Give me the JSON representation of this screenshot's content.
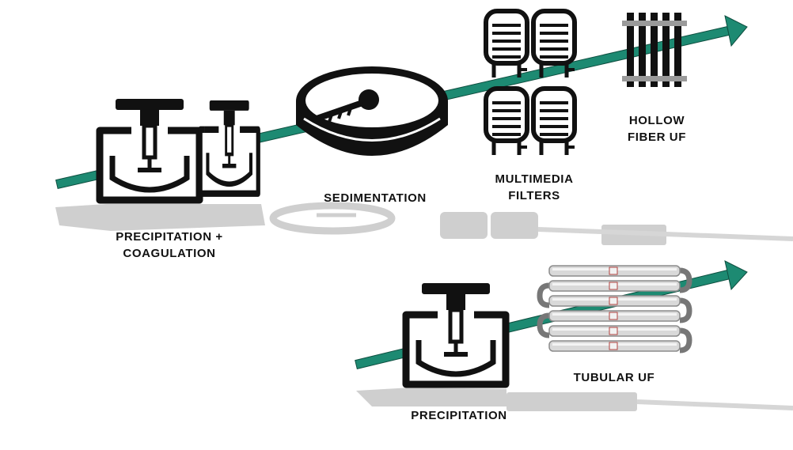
{
  "colors": {
    "pipe": "#1d8a72",
    "icon": "#111111",
    "shadow": "#c9c9c9",
    "tube": "#d6d6d6",
    "tube_mark": "#b0413e"
  },
  "process_a": {
    "stages": [
      {
        "icon": "mixing-tank-icon",
        "label_lines": [
          "PRECIPITATION +",
          "COAGULATION"
        ]
      },
      {
        "icon": "clarifier-icon",
        "label_lines": [
          "SEDIMENTATION"
        ]
      },
      {
        "icon": "pressure-filter-icon",
        "label_lines": [
          "MULTIMEDIA",
          "FILTERS"
        ]
      },
      {
        "icon": "hollow-fiber-module-icon",
        "label_lines": [
          "HOLLOW",
          "FIBER UF"
        ]
      }
    ]
  },
  "process_b": {
    "stages": [
      {
        "icon": "mixing-tank-icon",
        "label_lines": [
          "PRECIPITATION"
        ]
      },
      {
        "icon": "tubular-membrane-icon",
        "label_lines": [
          "TUBULAR UF"
        ]
      }
    ]
  }
}
